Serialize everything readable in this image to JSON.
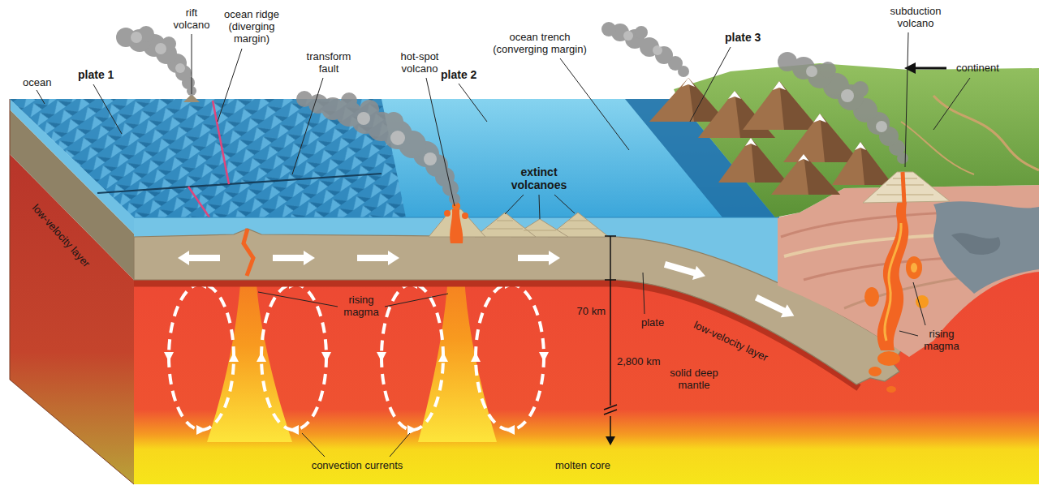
{
  "diagram": {
    "labels": [
      "rift volcano",
      "ocean ridge (diverging margin)",
      "transform fault",
      "hot-spot volcano",
      "ocean trench (converging margin)",
      "plate 3",
      "subduction volcano",
      "ocean",
      "plate 1",
      "plate 2",
      "continent",
      "extinct volcanoes",
      "low-velocity layer",
      "rising magma",
      "70 km",
      "plate",
      "low-velocity layer",
      "2,800 km",
      "solid deep mantle",
      "rising magma",
      "convection currents",
      "molten core"
    ]
  }
}
